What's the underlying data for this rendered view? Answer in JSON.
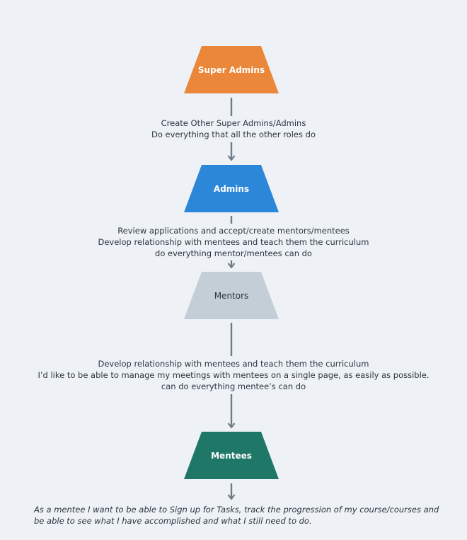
{
  "nodes": [
    {
      "id": "super-admins",
      "label": "Super Admins",
      "color": "#eb873a",
      "text_color": "#ffffff"
    },
    {
      "id": "admins",
      "label": "Admins",
      "color": "#2d87d9",
      "text_color": "#ffffff"
    },
    {
      "id": "mentors",
      "label": "Mentors",
      "color": "#c4ced6",
      "text_color": "#2b3440"
    },
    {
      "id": "mentees",
      "label": "Mentees",
      "color": "#1f7767",
      "text_color": "#ffffff"
    }
  ],
  "edges": [
    {
      "from": "super-admins",
      "to": "admins",
      "lines": [
        "Create Other Super Admins/Admins",
        "Do everything that all the other roles do"
      ]
    },
    {
      "from": "admins",
      "to": "mentors",
      "lines": [
        "Review applications and accept/create mentors/mentees",
        "Develop relationship with mentees and teach them the curriculum",
        "do everything mentor/mentees can do"
      ]
    },
    {
      "from": "mentors",
      "to": "mentees",
      "lines": [
        "Develop relationship with mentees and teach them the curriculum",
        "I’d like to be able to manage my meetings with mentees on a single page, as easily as possible.",
        "can do everything mentee’s can do"
      ]
    }
  ],
  "footnote": "As a mentee I want to be able to Sign up for Tasks, track the progression of my course/courses and be able to see what I have accomplished and what I still need to do.",
  "colors": {
    "connector": "#6e7b87",
    "text": "#2b3440",
    "background": "#eef2f6"
  }
}
